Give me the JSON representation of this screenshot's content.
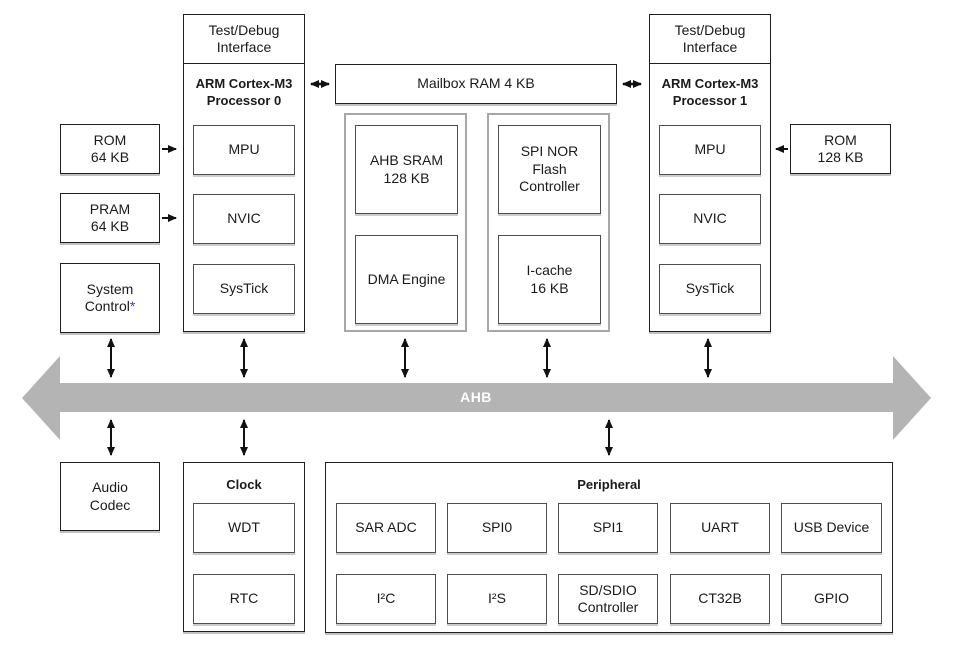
{
  "bus": {
    "label": "AHB",
    "fill": "#b4b4b4",
    "label_color": "#ffffff"
  },
  "mailbox": {
    "label": "Mailbox RAM 4 KB"
  },
  "processor0": {
    "test_debug": "Test/Debug\nInterface",
    "title": "ARM Cortex-M3\nProcessor 0",
    "blocks": [
      "MPU",
      "NVIC",
      "SysTick"
    ]
  },
  "processor1": {
    "test_debug": "Test/Debug\nInterface",
    "title": "ARM Cortex-M3\nProcessor 1",
    "blocks": [
      "MPU",
      "NVIC",
      "SysTick"
    ]
  },
  "left": {
    "rom": "ROM\n64 KB",
    "pram": "PRAM\n64 KB",
    "system_control": {
      "label": "System\nControl",
      "note_marker": "*",
      "note_color": "#3a3ad6"
    },
    "audio_codec": "Audio\nCodec"
  },
  "right": {
    "rom": "ROM\n128 KB"
  },
  "memory_group": {
    "blocks": [
      "AHB SRAM\n128 KB",
      "DMA Engine"
    ]
  },
  "flash_group": {
    "blocks": [
      "SPI NOR\nFlash\nController",
      "I-cache\n16 KB"
    ]
  },
  "clock_group": {
    "title": "Clock",
    "blocks": [
      "WDT",
      "RTC"
    ]
  },
  "peripheral_group": {
    "title": "Peripheral",
    "row1": [
      "SAR ADC",
      "SPI0",
      "SPI1",
      "UART",
      "USB Device"
    ],
    "row2": [
      "I²C",
      "I²S",
      "SD/SDIO\nController",
      "CT32B",
      "GPIO"
    ]
  }
}
